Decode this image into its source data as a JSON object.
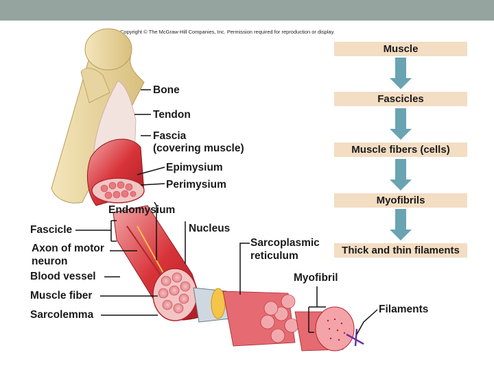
{
  "copyright": "Copyright © The McGraw-Hill Companies, Inc. Permission required for reproduction or display.",
  "labels": {
    "bone": "Bone",
    "tendon": "Tendon",
    "fascia": "Fascia",
    "fascia_sub": "(covering muscle)",
    "epimysium": "Epimysium",
    "perimysium": "Perimysium",
    "endomysium": "Endomysium",
    "nucleus": "Nucleus",
    "fascicle": "Fascicle",
    "axon_1": "Axon of motor",
    "axon_2": "neuron",
    "blood_vessel": "Blood vessel",
    "muscle_fiber": "Muscle fiber",
    "sarcolemma": "Sarcolemma",
    "sarco_1": "Sarcoplasmic",
    "sarco_2": "reticulum",
    "myofibril": "Myofibril",
    "filaments": "Filaments"
  },
  "hierarchy": [
    "Muscle",
    "Fascicles",
    "Muscle fibers (cells)",
    "Myofibrils",
    "Thick and thin filaments"
  ],
  "colors": {
    "header_bar": "#95a49e",
    "box_fill": "#f3ddc3",
    "arrow": "#6aa3b1",
    "muscle": "#d8343a",
    "bone": "#ead7a0"
  }
}
